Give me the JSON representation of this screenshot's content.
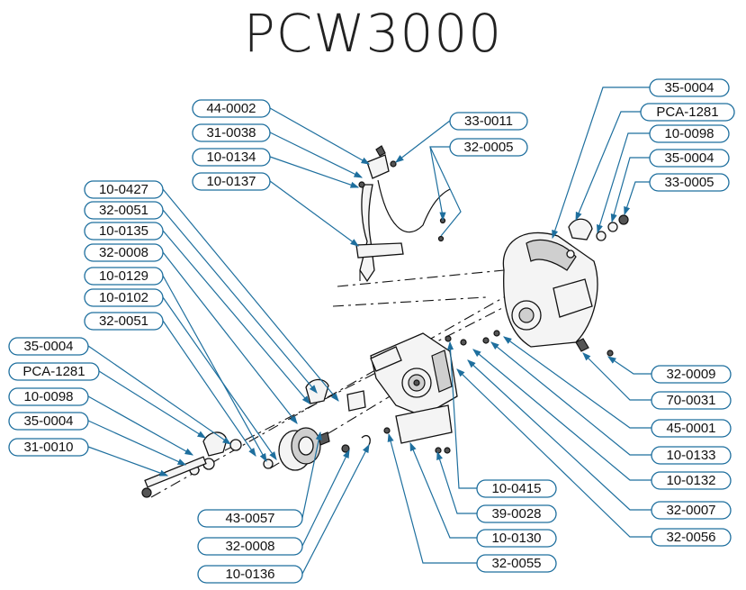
{
  "title": "PCW3000",
  "callouts": [
    {
      "id": "c1",
      "label": "44-0002"
    },
    {
      "id": "c2",
      "label": "31-0038"
    },
    {
      "id": "c3",
      "label": "10-0134"
    },
    {
      "id": "c4",
      "label": "10-0137"
    },
    {
      "id": "c5",
      "label": "33-0011"
    },
    {
      "id": "c6",
      "label": "32-0005"
    },
    {
      "id": "c7",
      "label": "10-0427"
    },
    {
      "id": "c8",
      "label": "32-0051"
    },
    {
      "id": "c9",
      "label": "10-0135"
    },
    {
      "id": "c10",
      "label": "32-0008"
    },
    {
      "id": "c11",
      "label": "10-0129"
    },
    {
      "id": "c12",
      "label": "10-0102"
    },
    {
      "id": "c13",
      "label": "32-0051"
    },
    {
      "id": "c14",
      "label": "35-0004"
    },
    {
      "id": "c15",
      "label": "PCA-1281"
    },
    {
      "id": "c16",
      "label": "10-0098"
    },
    {
      "id": "c17",
      "label": "35-0004"
    },
    {
      "id": "c18",
      "label": "31-0010"
    },
    {
      "id": "c19",
      "label": "35-0004"
    },
    {
      "id": "c20",
      "label": "PCA-1281"
    },
    {
      "id": "c21",
      "label": "10-0098"
    },
    {
      "id": "c22",
      "label": "35-0004"
    },
    {
      "id": "c23",
      "label": "33-0005"
    },
    {
      "id": "c24",
      "label": "32-0009"
    },
    {
      "id": "c25",
      "label": "70-0031"
    },
    {
      "id": "c26",
      "label": "45-0001"
    },
    {
      "id": "c27",
      "label": "10-0133"
    },
    {
      "id": "c28",
      "label": "10-0132"
    },
    {
      "id": "c29",
      "label": "32-0007"
    },
    {
      "id": "c30",
      "label": "32-0056"
    },
    {
      "id": "c31",
      "label": "10-0415"
    },
    {
      "id": "c32",
      "label": "39-0028"
    },
    {
      "id": "c33",
      "label": "10-0130"
    },
    {
      "id": "c34",
      "label": "32-0055"
    },
    {
      "id": "c35",
      "label": "43-0057"
    },
    {
      "id": "c36",
      "label": "32-0008"
    },
    {
      "id": "c37",
      "label": "10-0136"
    }
  ],
  "colors": {
    "leader": "#1e6f9e",
    "outline": "#111111"
  }
}
